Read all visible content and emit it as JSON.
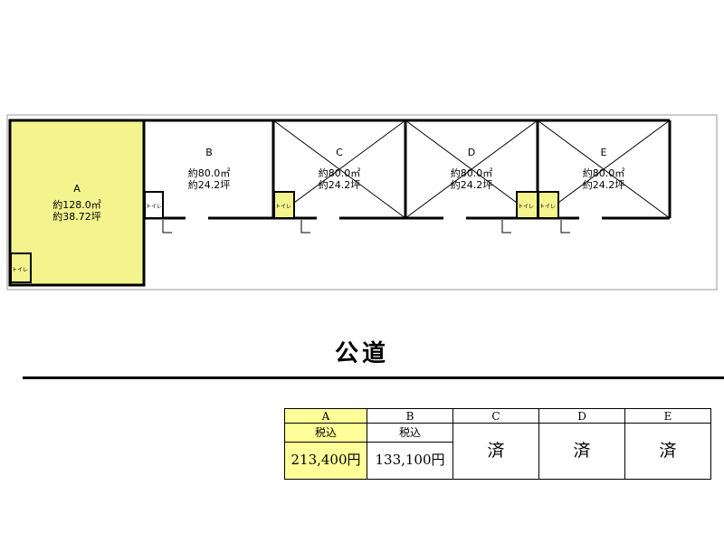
{
  "units": [
    {
      "id": "A",
      "area_m2": "約128.0㎡",
      "area_tsubo": "約38.72坪",
      "status": "available"
    },
    {
      "id": "B",
      "area_m2": "約80.0㎡",
      "area_tsubo": "約24.2坪",
      "status": "available"
    },
    {
      "id": "C",
      "area_m2": "約80.0㎡",
      "area_tsubo": "約24.2坪",
      "status": "contracted"
    },
    {
      "id": "D",
      "area_m2": "約80.0㎡",
      "area_tsubo": "約24.2坪",
      "status": "contracted"
    },
    {
      "id": "E",
      "area_m2": "約80.0㎡",
      "area_tsubo": "約24.2坪",
      "status": "contracted"
    }
  ],
  "toilet_label": "トイレ",
  "road_label": "公道",
  "table": {
    "headers": [
      "A",
      "B",
      "C",
      "D",
      "E"
    ],
    "cells": [
      {
        "tax": "税込",
        "price": "213,400円",
        "highlight": true
      },
      {
        "tax": "税込",
        "price": "133,100円",
        "highlight": false
      },
      {
        "status": "済"
      },
      {
        "status": "済"
      },
      {
        "status": "済"
      }
    ]
  },
  "colors": {
    "highlight_unit": "#f4f48e",
    "highlight_cell": "#ffff99",
    "wall": "#000000"
  }
}
